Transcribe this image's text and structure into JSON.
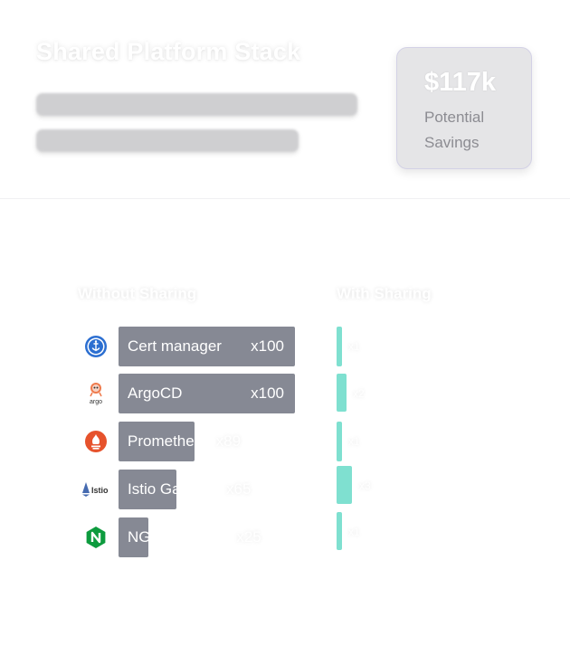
{
  "header": {
    "title": "Shared Platform Stack"
  },
  "savings_card": {
    "value": "$117k",
    "label": "Potential Savings"
  },
  "comparison": {
    "without_label": "Without Sharing",
    "with_label": "With Sharing",
    "rows": [
      {
        "name": "Cert manager",
        "count": "x100",
        "icon": "cert-manager-icon",
        "without_fraction": 1.0,
        "with_value": "x1"
      },
      {
        "name": "ArgoCD",
        "count": "x100",
        "icon": "argocd-icon",
        "without_fraction": 1.0,
        "with_value": "x2"
      },
      {
        "name": "Prometheus",
        "count": "x89",
        "icon": "prometheus-icon",
        "without_fraction": 0.43,
        "with_value": "x1"
      },
      {
        "name": "Istio Gateway",
        "count": "x65",
        "icon": "istio-icon",
        "without_fraction": 0.33,
        "with_value": "x3"
      },
      {
        "name": "NGINX Ingress",
        "count": "x25",
        "icon": "nginx-icon",
        "without_fraction": 0.17,
        "with_value": "x1"
      }
    ]
  },
  "colors": {
    "bar_without": "#868994",
    "bar_with": "#7fe0d0"
  }
}
